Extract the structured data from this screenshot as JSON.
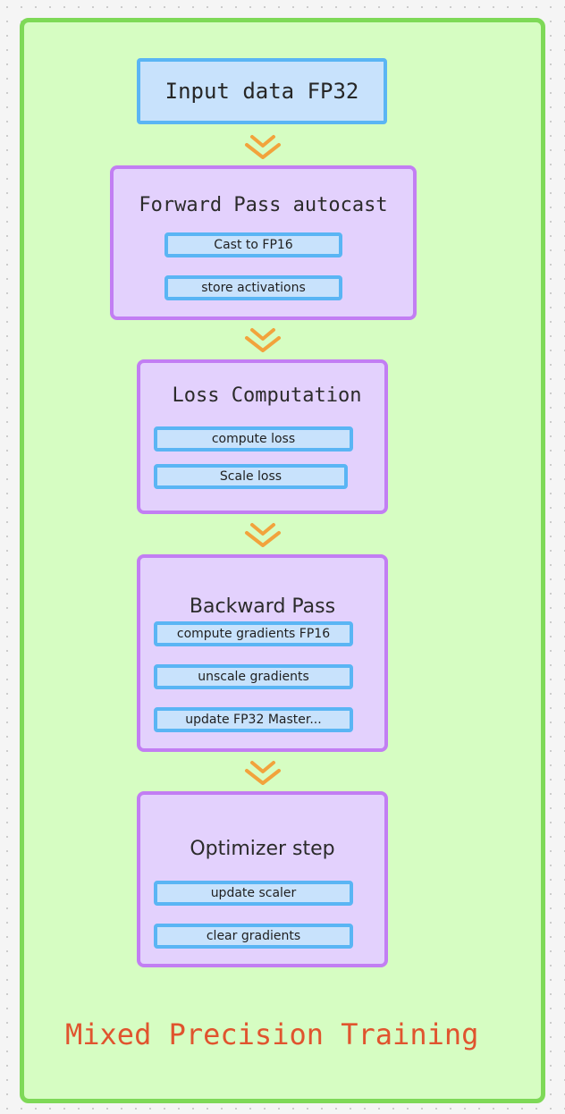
{
  "input": {
    "label": "Input data FP32"
  },
  "groups": [
    {
      "title": "Forward Pass autocast",
      "steps": [
        "Cast to FP16",
        "store activations"
      ]
    },
    {
      "title": "Loss Computation",
      "steps": [
        "compute loss",
        "Scale loss"
      ]
    },
    {
      "title": "Backward Pass",
      "steps": [
        "compute gradients FP16",
        "unscale gradients",
        "update FP32 Master..."
      ]
    },
    {
      "title": "Optimizer step",
      "steps": [
        "update scaler",
        "clear gradients"
      ]
    }
  ],
  "footer": {
    "title": "Mixed Precision Training"
  },
  "colors": {
    "frame_fill": "#d6fdc2",
    "frame_border": "#7ed957",
    "group_fill": "#e3d1fd",
    "group_border": "#c27ef3",
    "step_fill": "#c8e2fc",
    "step_border": "#5ab5f4",
    "arrow": "#f2a33c",
    "footer_text": "#e0542e"
  }
}
